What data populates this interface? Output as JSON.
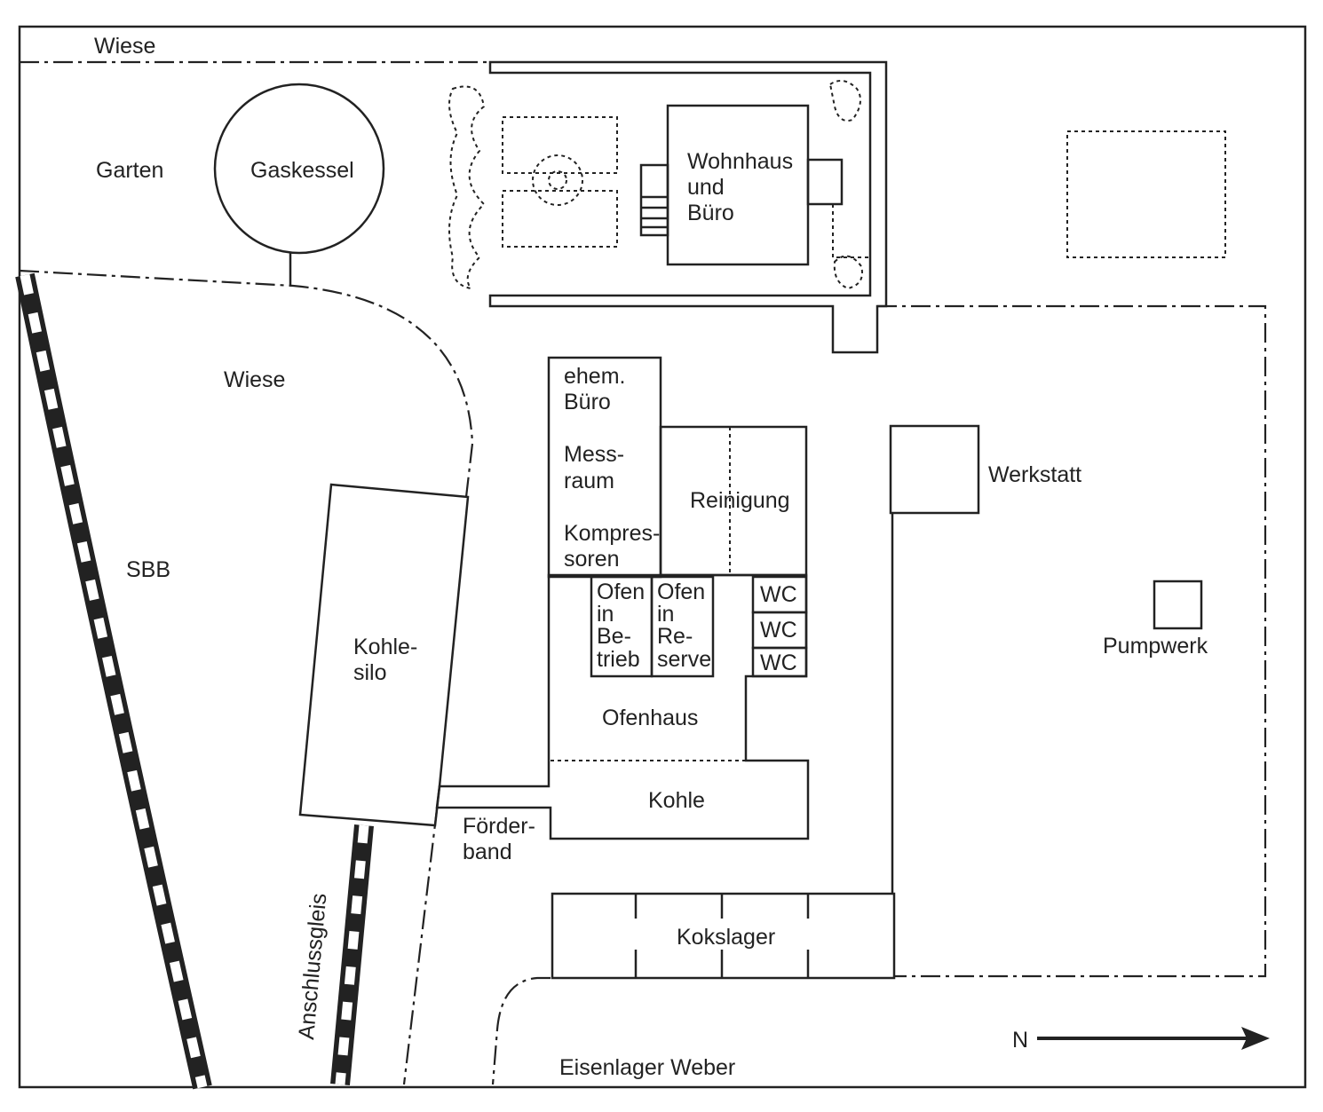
{
  "labels": {
    "wiese_top": "Wiese",
    "garten": "Garten",
    "gaskessel": "Gaskessel",
    "wohnhaus": [
      "Wohnhaus",
      "und",
      "Büro"
    ],
    "wiese": "Wiese",
    "sbb": "SBB",
    "kohlesilo": [
      "Kohle-",
      "silo"
    ],
    "ehem_buero": [
      "ehem.",
      "Büro"
    ],
    "messraum": [
      "Mess-",
      "raum"
    ],
    "kompressoren": [
      "Kompres-",
      "soren"
    ],
    "reinigung": "Reinigung",
    "werkstatt": "Werkstatt",
    "pumpwerk": "Pumpwerk",
    "ofen_betrieb": [
      "Ofen",
      "in",
      "Be-",
      "trieb"
    ],
    "ofen_reserve": [
      "Ofen",
      "in",
      "Re-",
      "serve"
    ],
    "wc": [
      "WC",
      "WC",
      "WC"
    ],
    "ofenhaus": "Ofenhaus",
    "kohle": "Kohle",
    "foerderband": [
      "Förder-",
      "band"
    ],
    "kokslager": "Kokslager",
    "anschlussgleis": "Anschlussgleis",
    "eisenlager": "Eisenlager Weber",
    "north": "N"
  }
}
